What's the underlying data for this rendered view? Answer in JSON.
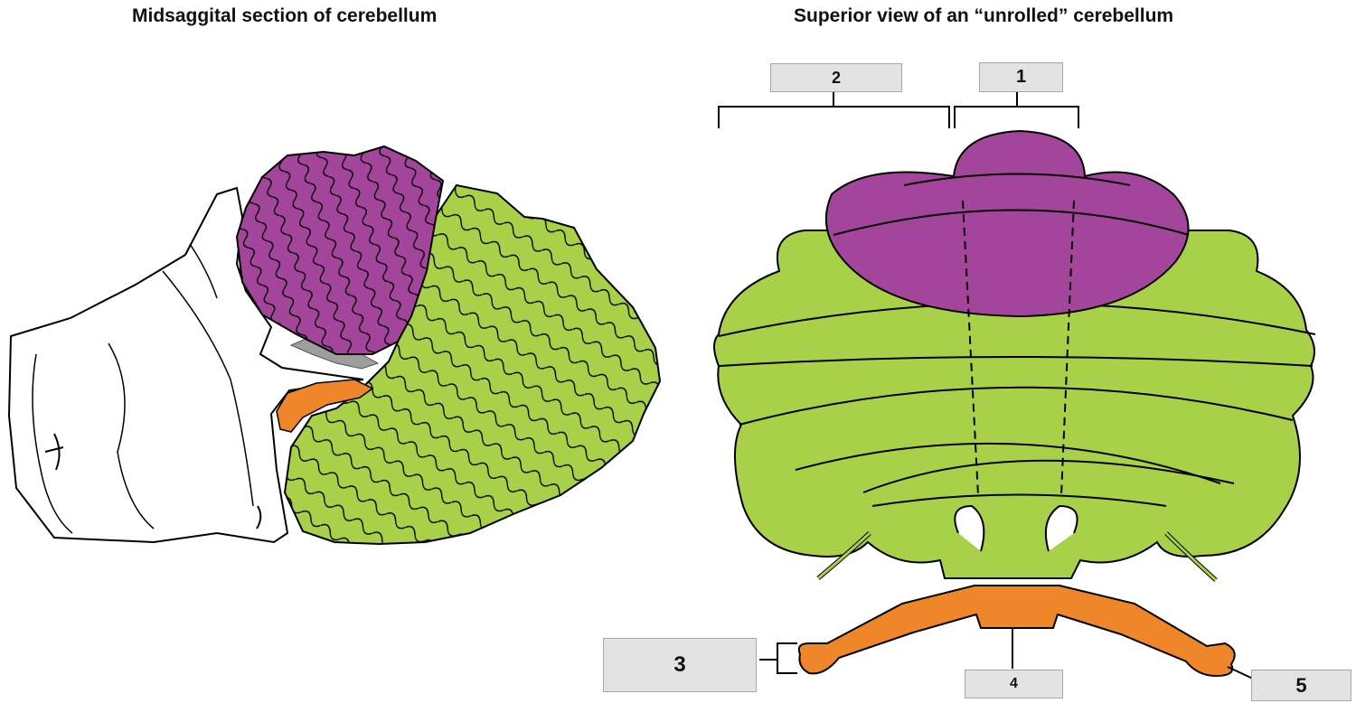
{
  "titles": {
    "left": "Midsaggital section of cerebellum",
    "right": "Superior view of an “unrolled” cerebellum"
  },
  "labels": [
    {
      "id": "label-1",
      "text": "1"
    },
    {
      "id": "label-2",
      "text": "2"
    },
    {
      "id": "label-3",
      "text": "3"
    },
    {
      "id": "label-4",
      "text": "4"
    },
    {
      "id": "label-5",
      "text": "5"
    }
  ],
  "colors": {
    "anterior_lobe": "#a3469b",
    "posterior_lobe": "#a8d049",
    "flocculonodular_lobe": "#f0862a",
    "brainstem": "#ffffff",
    "peduncle": "#9e9e9e",
    "outline": "#000000",
    "label_box": "#e3e3e3"
  }
}
